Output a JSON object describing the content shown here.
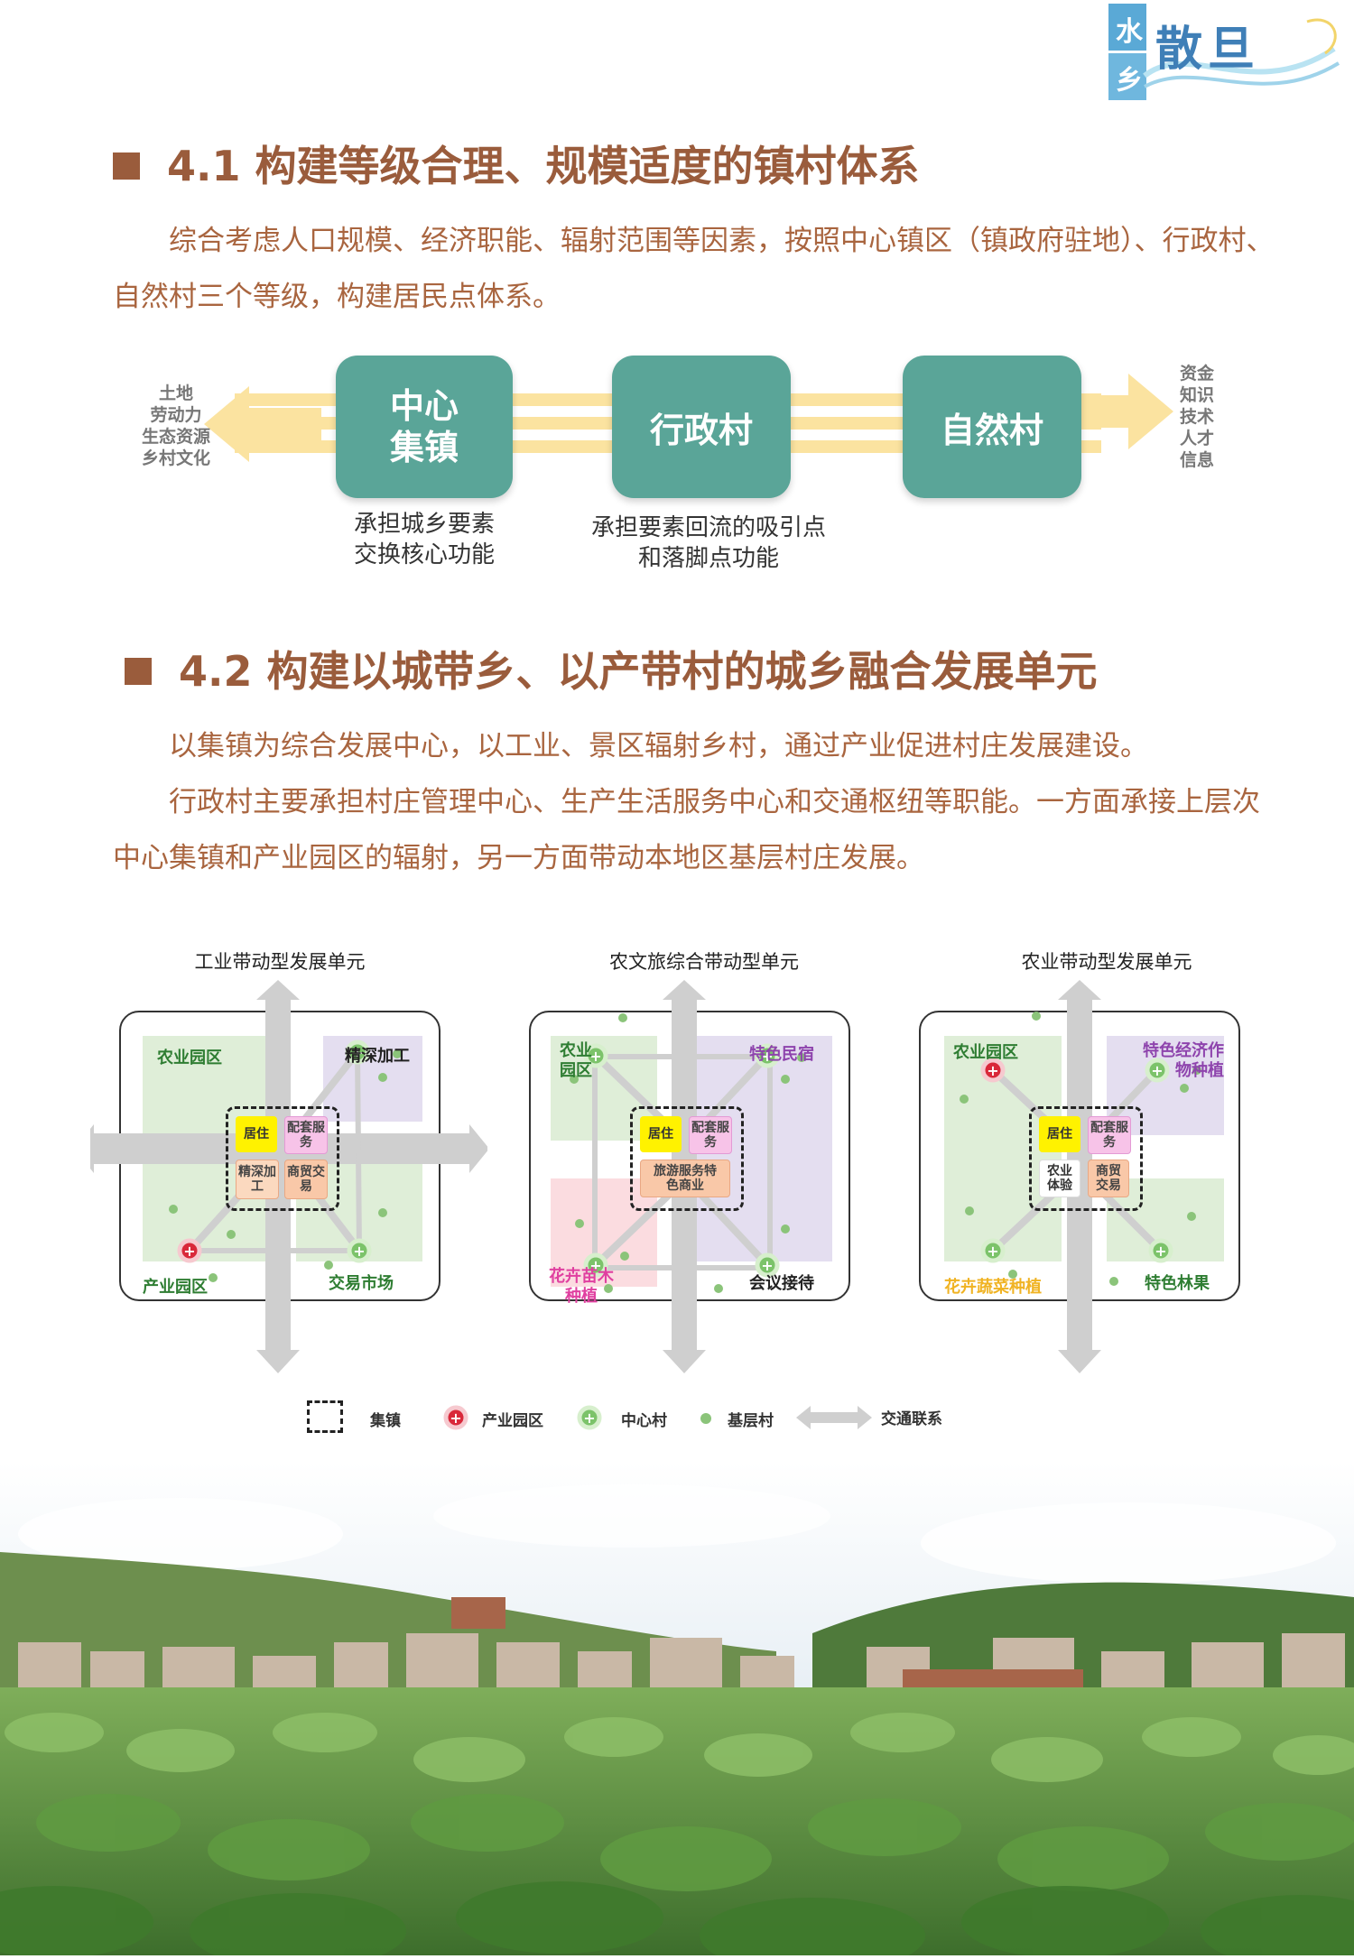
{
  "logo": {
    "chars": [
      "水",
      "乡"
    ],
    "title": "散旦"
  },
  "section1": {
    "heading": "4.1 构建等级合理、规模适度的镇村体系",
    "paragraph": "综合考虑人口规模、经济职能、辐射范围等因素，按照中心镇区（镇政府驻地）、行政村、自然村三个等级，构建居民点体系。"
  },
  "flow": {
    "left_items": [
      "土地",
      "劳动力",
      "生态资源",
      "乡村文化"
    ],
    "right_items": [
      "资金",
      "知识",
      "技术",
      "人才",
      "信息"
    ],
    "boxes": [
      {
        "line1": "中心",
        "line2": "集镇"
      },
      {
        "line1": "行政村"
      },
      {
        "line1": "自然村"
      }
    ],
    "captions": [
      {
        "line1": "承担城乡要素",
        "line2": "交换核心功能"
      },
      {
        "line1": "承担要素回流的吸引点",
        "line2": "和落脚点功能"
      }
    ],
    "colors": {
      "teal": "#5aa598",
      "band": "#fbe3a0"
    }
  },
  "section2": {
    "heading": "4.2 构建以城带乡、以产带村的城乡融合发展单元",
    "paragraph1": "以集镇为综合发展中心，以工业、景区辐射乡村，通过产业促进村庄发展建设。",
    "paragraph2": "行政村主要承担村庄管理中心、生产生活服务中心和交通枢纽等职能。一方面承接上层次中心集镇和产业园区的辐射，另一方面带动本地区基层村庄发展。"
  },
  "units": [
    {
      "title": "工业带动型发展单元",
      "zones": {
        "tl": "农业园区",
        "tr": "精深加工",
        "bl": "产业园区",
        "br": "交易市场"
      },
      "cells": [
        "居住",
        "配套服务",
        "精深加工",
        "商贸交易"
      ]
    },
    {
      "title": "农文旅综合带动型单元",
      "zones": {
        "tl": "农业园区",
        "tr": "特色民宿",
        "bl": "花卉苗木种植",
        "br": "会议接待"
      },
      "cells": [
        "居住",
        "配套服务",
        "旅游服务特色商业"
      ]
    },
    {
      "title": "农业带动型发展单元",
      "zones": {
        "tl": "农业园区",
        "tr": "特色经济作物种植",
        "bl": "花卉蔬菜种植",
        "br": "特色林果"
      },
      "cells": [
        "居住",
        "配套服务",
        "农业体验",
        "商贸交易"
      ]
    }
  ],
  "legend": {
    "town": "集镇",
    "industrial_park": "产业园区",
    "central_village": "中心村",
    "base_village": "基层村",
    "transport": "交通联系"
  }
}
